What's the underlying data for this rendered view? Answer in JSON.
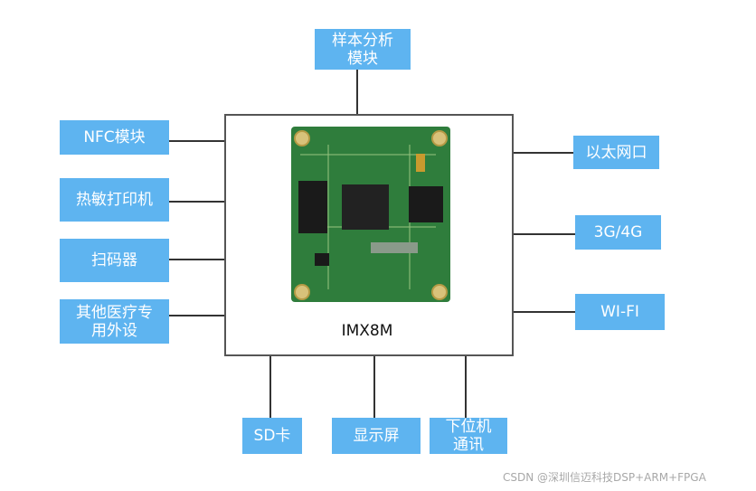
{
  "top": {
    "label": "样本分析\n模块"
  },
  "left": [
    {
      "label": "NFC模块"
    },
    {
      "label": "热敏打印机"
    },
    {
      "label": "扫码器"
    },
    {
      "label": "其他医疗专\n用外设"
    }
  ],
  "right": [
    {
      "label": "以太网口"
    },
    {
      "label": "3G/4G"
    },
    {
      "label": "WI-FI"
    }
  ],
  "bottom": [
    {
      "label": "SD卡"
    },
    {
      "label": "显示屏"
    },
    {
      "label": "下位机\n通讯"
    }
  ],
  "core": {
    "label": "IMX8M"
  },
  "watermark": "CSDN @深圳信迈科技DSP+ARM+FPGA",
  "colors": {
    "box": "#5eb4f0",
    "line": "#333333",
    "board": "#2f7d3c"
  }
}
